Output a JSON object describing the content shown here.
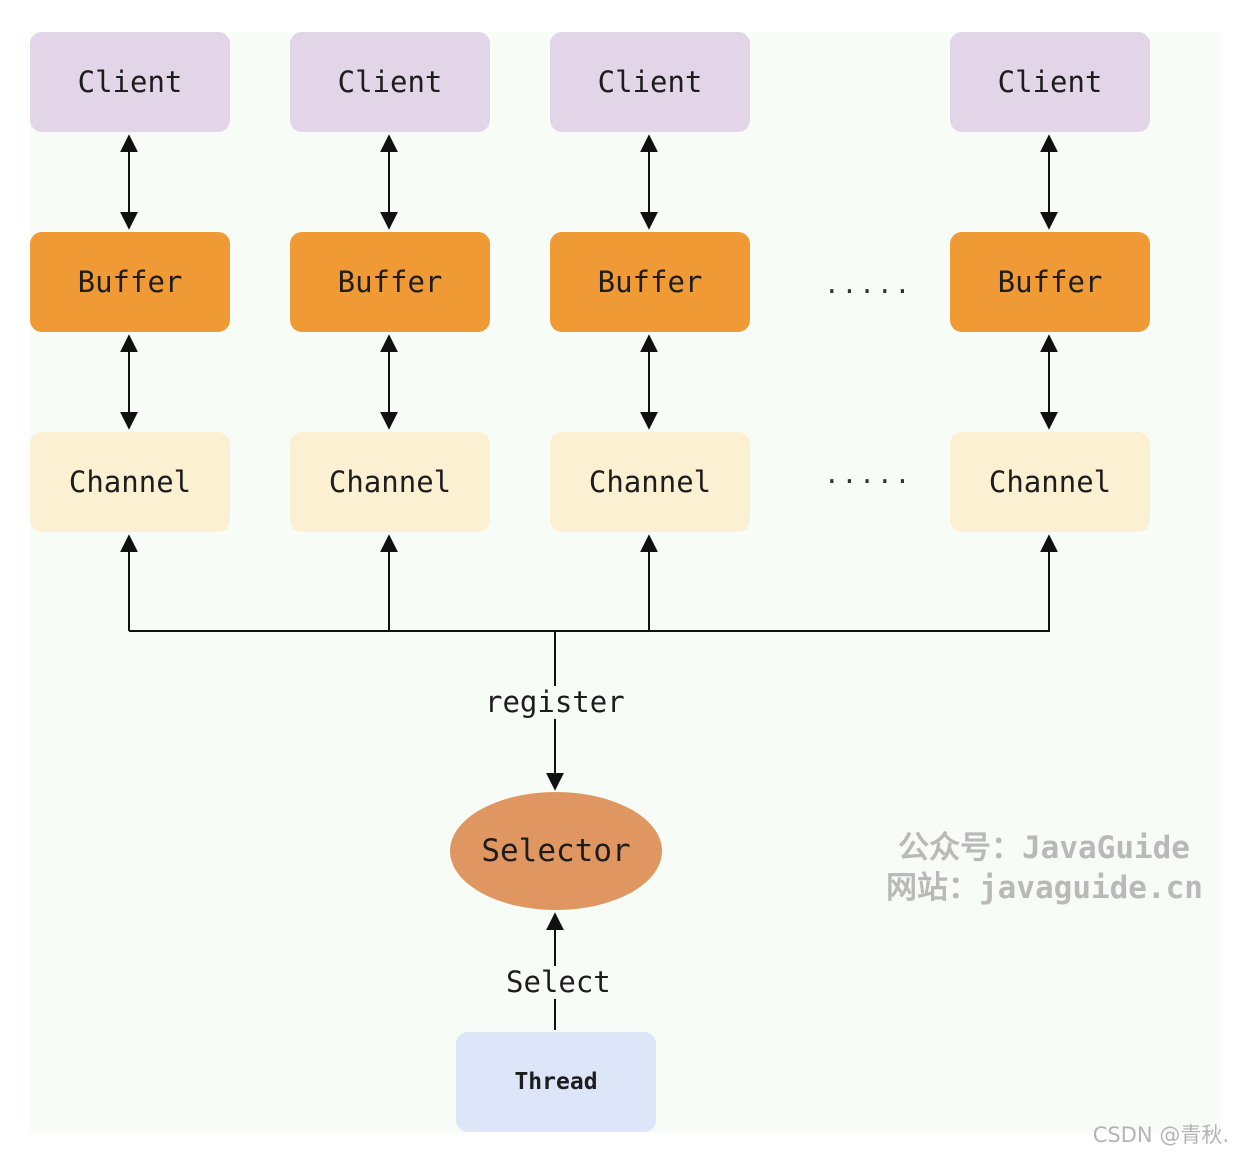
{
  "diagram": {
    "clients": [
      "Client",
      "Client",
      "Client",
      "Client"
    ],
    "buffers": [
      "Buffer",
      "Buffer",
      "Buffer",
      "Buffer"
    ],
    "channels": [
      "Channel",
      "Channel",
      "Channel",
      "Channel"
    ],
    "ellipsis": ".....",
    "register_label": "register",
    "selector_label": "Selector",
    "select_label": "Select",
    "thread_label": "Thread"
  },
  "watermark": {
    "line1": "公众号：JavaGuide",
    "line2": "网站：javaguide.cn"
  },
  "credit": "CSDN @青秋."
}
